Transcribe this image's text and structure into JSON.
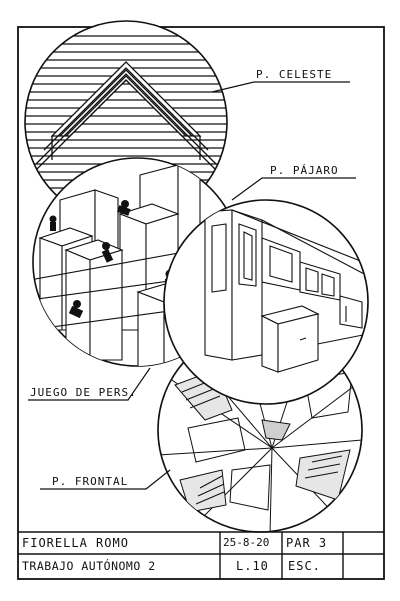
{
  "labels": {
    "celeste": "P. CELESTE",
    "pajaro": "P. PÁJARO",
    "juego": "JUEGO DE PERS.",
    "frontal": "P. FRONTAL"
  },
  "title_block": {
    "name": "FIORELLA ROMO",
    "date": "25-8-20",
    "section": "PAR 3",
    "work": "TRABAJO AUTÓNOMO 2",
    "sheet": "L.10",
    "scale": "ESC."
  }
}
